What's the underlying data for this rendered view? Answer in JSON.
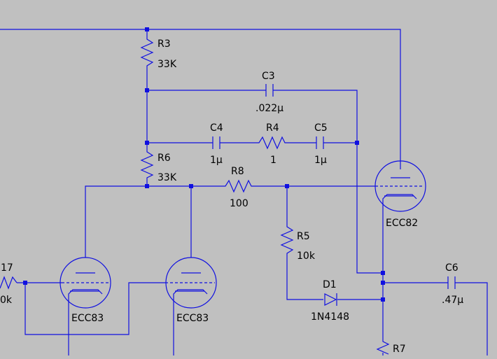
{
  "colors": {
    "background": "#c0c0c0",
    "wire": "#1010e0",
    "label": "#000000"
  },
  "components": {
    "R3": {
      "ref": "R3",
      "value": "33K"
    },
    "R6": {
      "ref": "R6",
      "value": "33K"
    },
    "R8": {
      "ref": "R8",
      "value": "100"
    },
    "R4": {
      "ref": "R4",
      "value": "1"
    },
    "R5": {
      "ref": "R5",
      "value": "10k"
    },
    "R7": {
      "ref": "R7"
    },
    "C3": {
      "ref": "C3",
      "value": ".022µ"
    },
    "C4": {
      "ref": "C4",
      "value": "1µ"
    },
    "C5": {
      "ref": "C5",
      "value": "1µ"
    },
    "C6": {
      "ref": "C6",
      "value": ".47µ"
    },
    "D1": {
      "ref": "D1",
      "value": "1N4148"
    },
    "V1": {
      "value": "ECC83"
    },
    "V2": {
      "value": "ECC83"
    },
    "V3": {
      "value": "ECC82"
    },
    "Rleft": {
      "ref": "17",
      "value": "0k"
    }
  }
}
